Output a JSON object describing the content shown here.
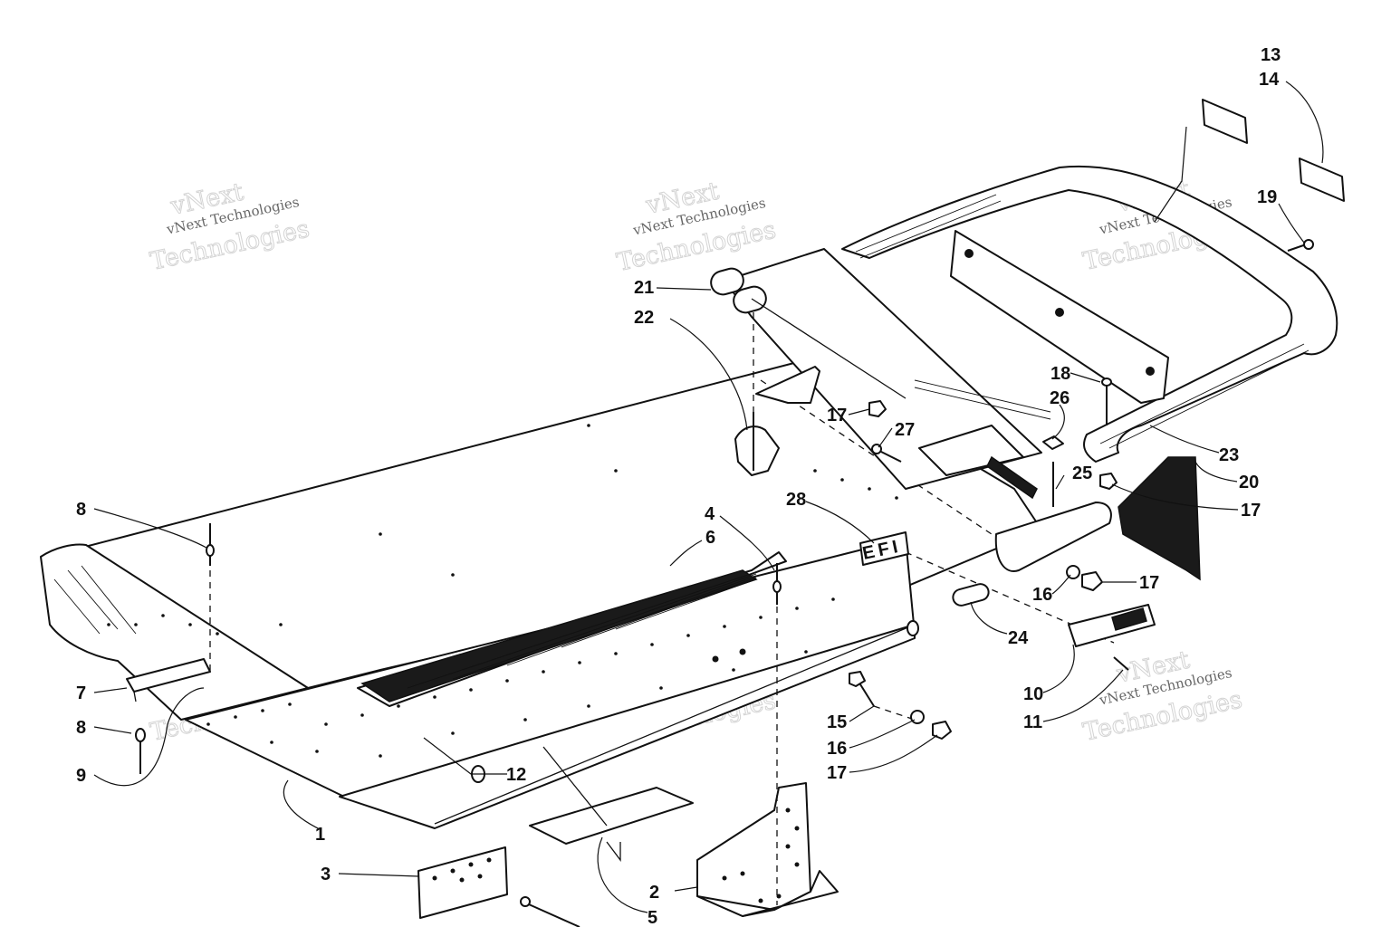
{
  "callouts": [
    {
      "label": "1"
    },
    {
      "label": "2"
    },
    {
      "label": "3"
    },
    {
      "label": "4"
    },
    {
      "label": "5"
    },
    {
      "label": "6"
    },
    {
      "label": "7"
    },
    {
      "label": "8"
    },
    {
      "label": "8"
    },
    {
      "label": "9"
    },
    {
      "label": "10"
    },
    {
      "label": "11"
    },
    {
      "label": "12"
    },
    {
      "label": "13"
    },
    {
      "label": "14"
    },
    {
      "label": "15"
    },
    {
      "label": "16"
    },
    {
      "label": "16"
    },
    {
      "label": "17"
    },
    {
      "label": "17"
    },
    {
      "label": "17"
    },
    {
      "label": "17"
    },
    {
      "label": "18"
    },
    {
      "label": "19"
    },
    {
      "label": "20"
    },
    {
      "label": "21"
    },
    {
      "label": "22"
    },
    {
      "label": "23"
    },
    {
      "label": "24"
    },
    {
      "label": "25"
    },
    {
      "label": "26"
    },
    {
      "label": "27"
    },
    {
      "label": "28"
    }
  ],
  "decal_text": "EFI",
  "watermark": {
    "line_small": "vNext Technologies",
    "line_top": "vNext",
    "line_bottom": "Technologies"
  },
  "colors": {
    "ink": "#111111",
    "paper": "#ffffff",
    "watermark": "#9a9a9a"
  }
}
